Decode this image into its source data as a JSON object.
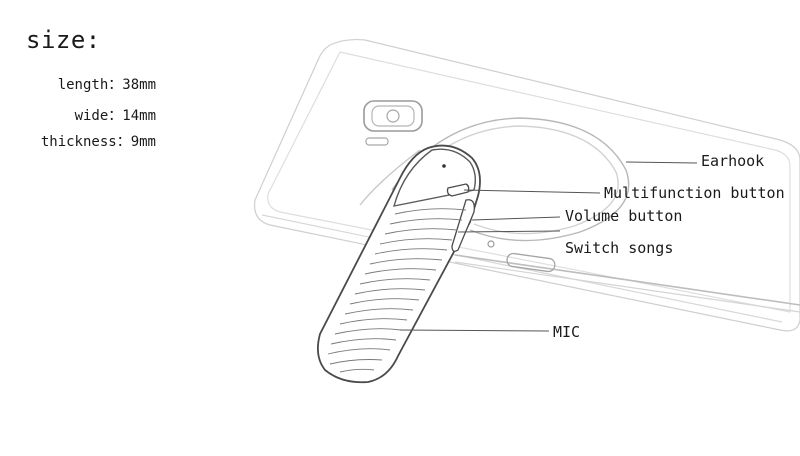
{
  "size": {
    "title": "size:",
    "specs": [
      {
        "label": "length",
        "sep": "：",
        "value": "38mm"
      },
      {
        "label": "wide",
        "sep": "：",
        "value": "14mm"
      },
      {
        "label": "thickness",
        "sep": "：",
        "value": "9mm"
      }
    ]
  },
  "callouts": {
    "earhook": "Earhook",
    "multifunction": "Multifunction button",
    "volume": "Volume button",
    "switch": "Switch songs",
    "mic": "MIC"
  },
  "colors": {
    "line": "#6b6b6b",
    "faint": "#c9c9c9",
    "ink": "#1a1a1a"
  }
}
